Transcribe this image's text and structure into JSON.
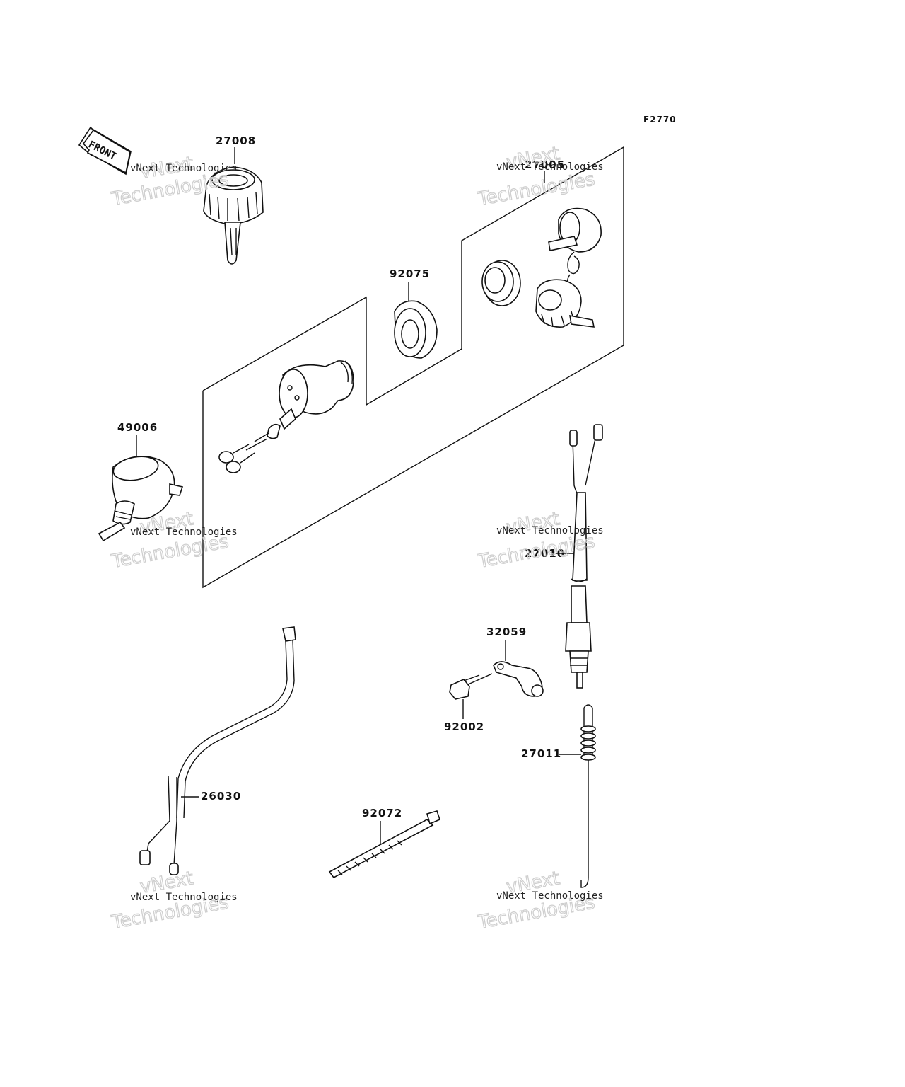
{
  "figure_code": "F2770",
  "front_label": "FRONT",
  "watermark": {
    "line1": "vNext Technologies",
    "line2_a": "vNext",
    "line2_b": "Technologies"
  },
  "parts": {
    "p27008": "27008",
    "p27005": "27005",
    "p92075": "92075",
    "p49006": "49006",
    "p27010": "27010",
    "p32059": "32059",
    "p92002": "92002",
    "p27011": "27011",
    "p26030": "26030",
    "p92072": "92072"
  }
}
